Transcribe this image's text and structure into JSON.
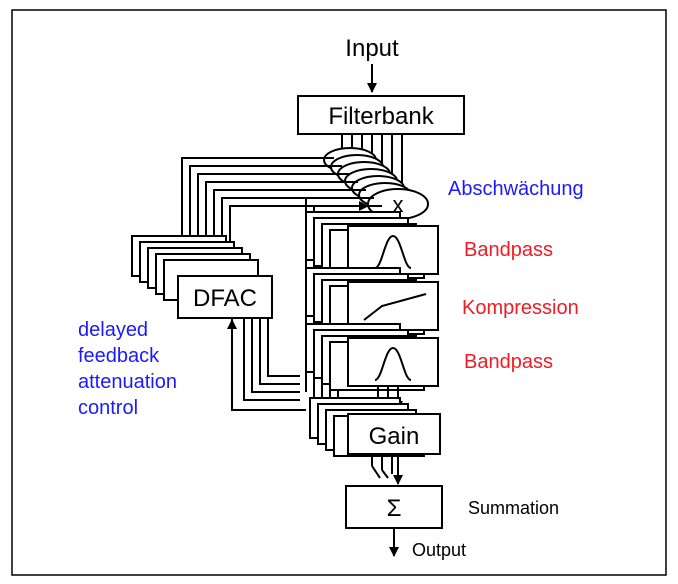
{
  "input_label": "Input",
  "filterbank_label": "Filterbank",
  "multiply_symbol": "x",
  "abschwaechung_label": "Abschwächung",
  "bandpass1_label": "Bandpass",
  "kompression_label": "Kompression",
  "bandpass2_label": "Bandpass",
  "dfac_label": "DFAC",
  "dfac_description": [
    "delayed",
    "feedback",
    "attenuation",
    "control"
  ],
  "gain_label": "Gain",
  "sum_symbol": "Σ",
  "summation_label": "Summation",
  "output_label": "Output",
  "colors": {
    "blue": "#1a1aff",
    "red": "#ee1c24",
    "line": "#000000"
  }
}
